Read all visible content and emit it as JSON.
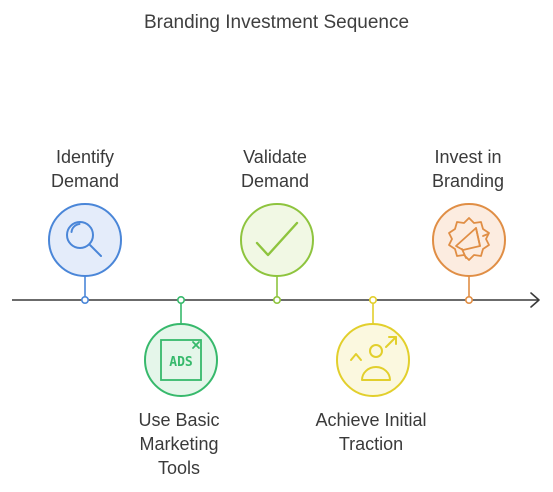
{
  "title": "Branding Investment Sequence",
  "steps": [
    {
      "id": "identify-demand",
      "lines": [
        "Identify",
        "Demand"
      ],
      "position": "above",
      "icon": "magnifier-icon",
      "color": "#4a86d8",
      "fill": "#e4ecfa"
    },
    {
      "id": "use-basic-marketing-tools",
      "lines": [
        "Use Basic",
        "Marketing",
        "Tools"
      ],
      "position": "below",
      "icon": "ads-icon",
      "color": "#37b96c",
      "fill": "#e5f6ea",
      "icon_text": "ADS"
    },
    {
      "id": "validate-demand",
      "lines": [
        "Validate",
        "Demand"
      ],
      "position": "above",
      "icon": "checkmark-icon",
      "color": "#8ec43e",
      "fill": "#f1f8e4"
    },
    {
      "id": "achieve-initial-traction",
      "lines": [
        "Achieve Initial",
        "Traction"
      ],
      "position": "below",
      "icon": "person-growth-icon",
      "color": "#e2cf2c",
      "fill": "#fbf8df"
    },
    {
      "id": "invest-in-branding",
      "lines": [
        "Invest in",
        "Branding"
      ],
      "position": "above",
      "icon": "megaphone-badge-icon",
      "color": "#e08e45",
      "fill": "#fcece0"
    }
  ]
}
